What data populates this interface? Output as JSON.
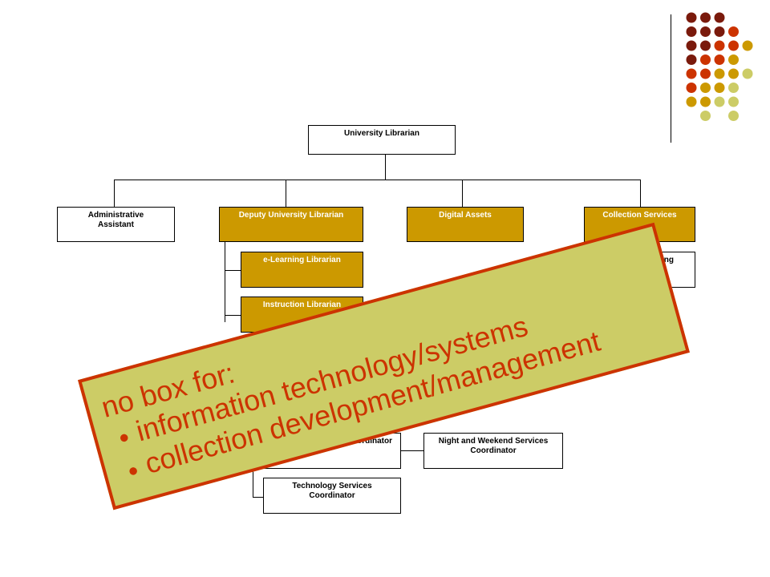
{
  "org_chart": {
    "top": "University Librarian",
    "level2": [
      "Administrative\nAssistant",
      "Deputy University Librarian",
      "Digital Assets",
      "Collection Services"
    ],
    "deputy_reports": [
      "e-Learning Librarian",
      "Instruction Librarian"
    ],
    "collection_report_partial": "…ing",
    "lower": {
      "coordinator_partial": "…oordinator",
      "night_weekend": "Night and Weekend Services\nCoordinator",
      "technology": "Technology Services\nCoordinator"
    }
  },
  "callout": {
    "title": "no box for:",
    "items": [
      "information technology/systems",
      "collection development/management"
    ],
    "bullet_glyph": "●"
  },
  "colors": {
    "gold": "#cc9900",
    "callout_fill": "#cccc66",
    "callout_border": "#cc3300",
    "dot_palette": [
      "#7a1a0c",
      "#cc3300",
      "#cc9900",
      "#cccc66"
    ]
  },
  "decoration": {
    "dot_grid": [
      [
        0,
        0,
        0
      ],
      [
        0,
        0,
        0,
        1
      ],
      [
        0,
        0,
        1,
        1,
        2
      ],
      [
        0,
        1,
        1,
        2
      ],
      [
        1,
        1,
        2,
        2,
        3
      ],
      [
        1,
        2,
        2,
        3
      ],
      [
        2,
        2,
        3,
        3
      ],
      [
        null,
        3,
        null,
        3
      ]
    ]
  }
}
